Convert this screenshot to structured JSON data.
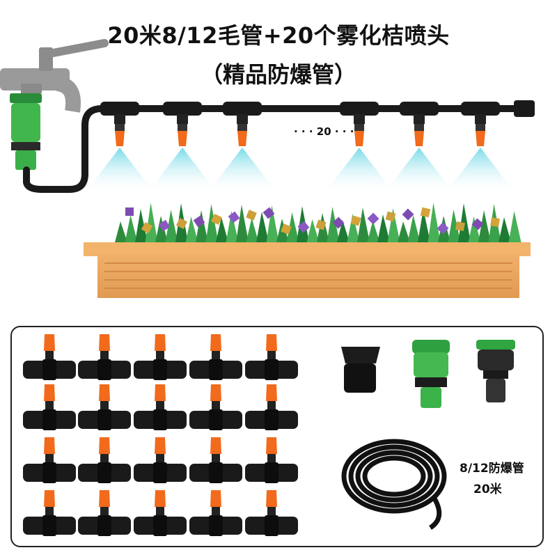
{
  "title": {
    "line1": "20米8/12毛管+20个雾化桔喷头",
    "line2": "（精品防爆管）"
  },
  "illustration": {
    "count_label": "· · · 20 · · ·"
  },
  "kit": {
    "hose_label": "8/12防爆管",
    "hose_length": "20米",
    "nozzle_count": 20
  },
  "colors": {
    "nozzle_orange": "#f26a1b",
    "connector_green": "#39b54a",
    "pipe_black": "#1a1a1a",
    "planter_wood": "#e9a15a",
    "mist_cyan": "#8fe3ee"
  }
}
